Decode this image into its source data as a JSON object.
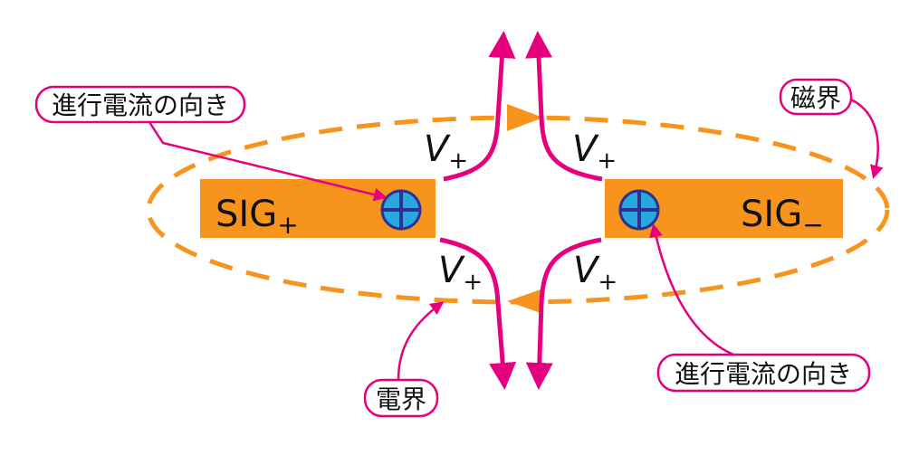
{
  "signals": {
    "sig_plus": "SIG",
    "sig_plus_sub": "+",
    "sig_minus": "SIG",
    "sig_minus_sub": "−"
  },
  "voltage": {
    "v": "V",
    "sub": "+"
  },
  "labels": {
    "current_left": "進行電流の向き",
    "current_right": "進行電流の向き",
    "magnetic": "磁界",
    "electric": "電界"
  },
  "colors": {
    "conductor": "#f7941d",
    "field_line": "#e6007e",
    "callout": "#d4237a",
    "current": "#29a8e0",
    "current_stroke": "#2e3192"
  }
}
